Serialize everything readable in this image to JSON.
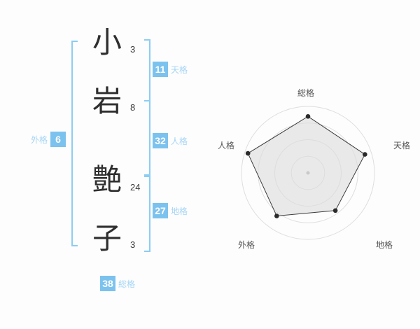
{
  "name": {
    "characters": [
      {
        "char": "小",
        "strokes": "3"
      },
      {
        "char": "岩",
        "strokes": "8"
      },
      {
        "char": "艶",
        "strokes": "24"
      },
      {
        "char": "子",
        "strokes": "3"
      }
    ]
  },
  "kaku": {
    "tenkaku": {
      "value": "11",
      "label": "天格"
    },
    "jinkaku": {
      "value": "32",
      "label": "人格"
    },
    "chikaku": {
      "value": "27",
      "label": "地格"
    },
    "gaikaku": {
      "value": "6",
      "label": "外格"
    },
    "soukaku": {
      "value": "38",
      "label": "総格"
    }
  },
  "colors": {
    "badge_bg": "#7cc2ee",
    "kaku_label": "#a5d5f5",
    "bracket": "#8ccdf3",
    "chart_grid": "#dedede",
    "chart_fill": "#dcdcdc",
    "chart_line": "#3c3c3c",
    "chart_dot": "#2b2b2b",
    "chart_center_dot": "#c9c9c9"
  },
  "chart_data": {
    "type": "radar",
    "categories": [
      "総格",
      "天格",
      "地格",
      "外格",
      "人格"
    ],
    "values": [
      85,
      90,
      70,
      80,
      95
    ],
    "max": 100,
    "rings": 4,
    "grid": "circular",
    "legend": "none",
    "start_axis": "top",
    "direction": "clockwise"
  }
}
